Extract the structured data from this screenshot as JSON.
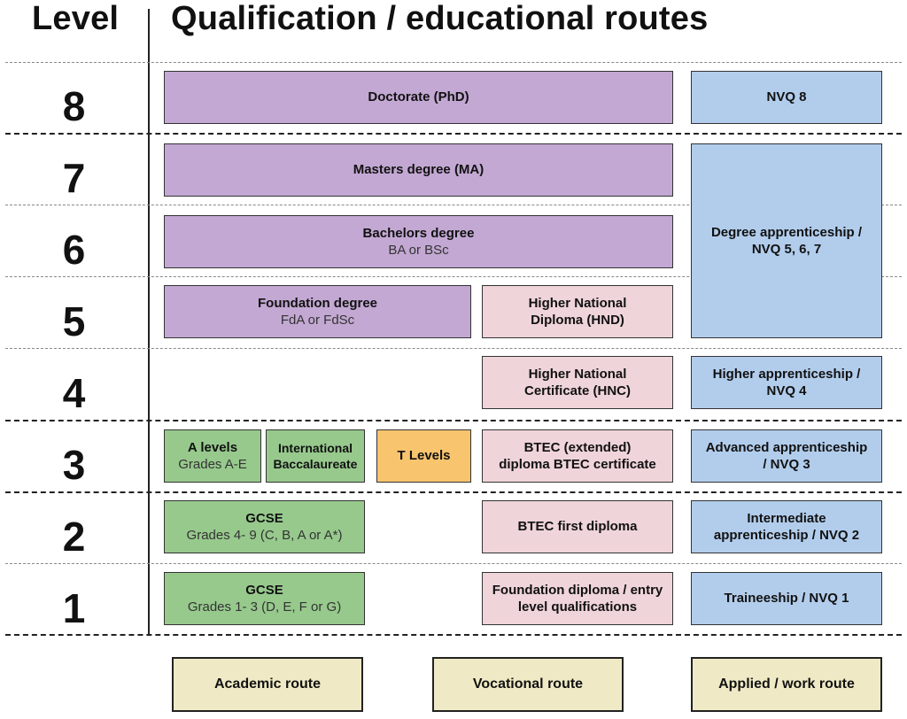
{
  "header": {
    "level_label": "Level",
    "title": "Qualification / educational routes"
  },
  "levels": [
    "8",
    "7",
    "6",
    "5",
    "4",
    "3",
    "2",
    "1"
  ],
  "qualifications": {
    "doctorate": {
      "title": "Doctorate (PhD)",
      "sub": ""
    },
    "nvq8": {
      "title": "NVQ 8",
      "sub": ""
    },
    "masters": {
      "title": "Masters degree (MA)",
      "sub": ""
    },
    "degree_apprenticeship": {
      "title": "Degree apprenticeship / NVQ 5, 6, 7",
      "sub": ""
    },
    "bachelors": {
      "title": "Bachelors degree",
      "sub": "BA or BSc"
    },
    "foundation_degree": {
      "title": "Foundation degree",
      "sub": "FdA or FdSc"
    },
    "hnd": {
      "title": "Higher National Diploma (HND)",
      "sub": ""
    },
    "hnc": {
      "title": "Higher National Certificate (HNC)",
      "sub": ""
    },
    "higher_apprenticeship": {
      "title": "Higher apprenticeship / NVQ 4",
      "sub": ""
    },
    "a_levels": {
      "title": "A levels",
      "sub": "Grades A-E"
    },
    "ib": {
      "title": "International Baccalaureate",
      "sub": ""
    },
    "t_levels": {
      "title": "T Levels",
      "sub": ""
    },
    "btec_extended": {
      "title": "BTEC (extended) diploma BTEC certificate",
      "sub": ""
    },
    "advanced_apprenticeship": {
      "title": "Advanced apprenticeship / NVQ 3",
      "sub": ""
    },
    "gcse_2": {
      "title": "GCSE",
      "sub": "Grades 4- 9 (C, B, A or A*)"
    },
    "btec_first": {
      "title": "BTEC first diploma",
      "sub": ""
    },
    "intermediate_apprenticeship": {
      "title": "Intermediate apprenticeship / NVQ 2",
      "sub": ""
    },
    "gcse_1": {
      "title": "GCSE",
      "sub": "Grades 1- 3 (D, E, F or G)"
    },
    "foundation_diploma": {
      "title": "Foundation diploma / entry level qualifications",
      "sub": ""
    },
    "traineeship": {
      "title": "Traineeship / NVQ 1",
      "sub": ""
    }
  },
  "routes": {
    "academic": "Academic route",
    "vocational": "Vocational route",
    "applied": "Applied / work route"
  },
  "colors": {
    "academic_higher": "#c3a8d3",
    "applied": "#b2cdec",
    "vocational": "#efd4d9",
    "academic_school": "#97c98d",
    "t_levels": "#f8c46e",
    "route_label": "#efeac5"
  }
}
